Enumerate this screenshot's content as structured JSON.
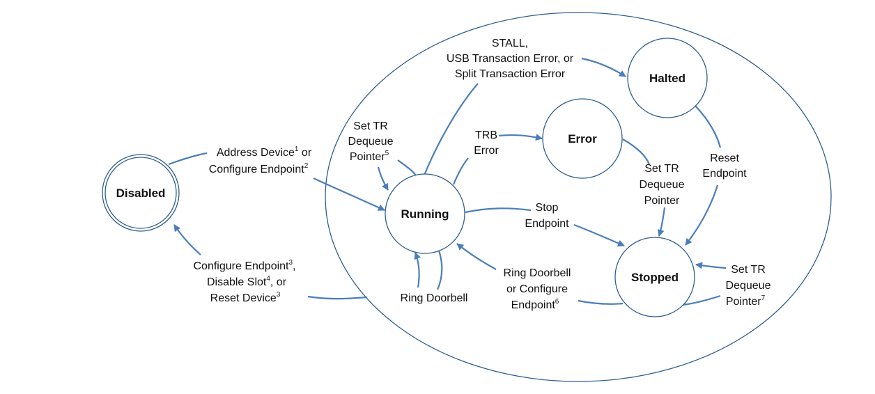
{
  "colors": {
    "stroke": "#2e5e8e",
    "arrow": "#4a7ebb",
    "text": "#111111",
    "background": "#ffffff"
  },
  "states": {
    "disabled": "Disabled",
    "running": "Running",
    "halted": "Halted",
    "error": "Error",
    "stopped": "Stopped"
  },
  "edges": {
    "address_device": {
      "line1": "Address Device",
      "sup1": "1",
      "line1_tail": " or",
      "line2": "Configure Endpoint",
      "sup2": "2"
    },
    "configure_disable": {
      "line1": "Configure Endpoint",
      "sup1": "3",
      "line1_tail": ",",
      "line2": "Disable Slot",
      "sup2": "4",
      "line2_tail": ", or",
      "line3": "Reset Device",
      "sup3": "3"
    },
    "set_tr_running": {
      "line1": "Set TR",
      "line2": "Dequeue",
      "line3": "Pointer",
      "sup3": "5"
    },
    "stall": {
      "line1": "STALL,",
      "line2": "USB Transaction Error, or",
      "line3": "Split Transaction Error"
    },
    "trb_error": {
      "line1": "TRB",
      "line2": "Error"
    },
    "stop_endpoint": {
      "line1": "Stop",
      "line2": "Endpoint"
    },
    "ring_doorbell": "Ring Doorbell",
    "ring_or_configure": {
      "line1": "Ring Doorbell",
      "line2": "or Configure",
      "line3": "Endpoint",
      "sup3": "6"
    },
    "set_tr_error": {
      "line1": "Set TR",
      "line2": "Dequeue",
      "line3": "Pointer"
    },
    "reset_endpoint": {
      "line1": "Reset",
      "line2": "Endpoint"
    },
    "set_tr_stopped": {
      "line1": "Set TR",
      "line2": "Dequeue",
      "line3": "Pointer",
      "sup3": "7"
    }
  }
}
